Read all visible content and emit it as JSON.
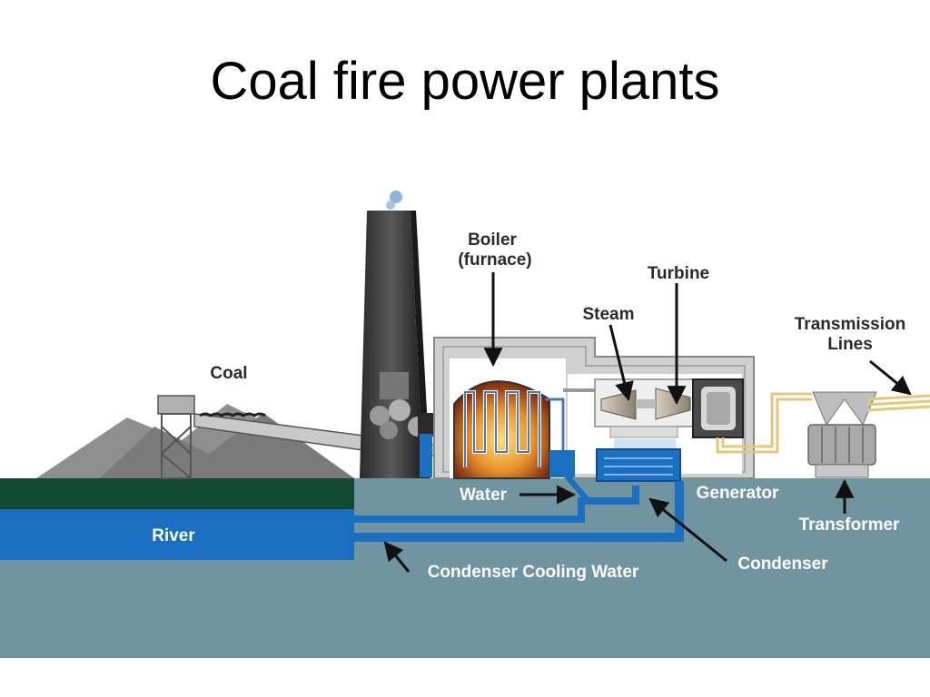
{
  "title": "Coal fire power plants",
  "labels": {
    "boiler_line1": "Boiler",
    "boiler_line2": "(furnace)",
    "turbine": "Turbine",
    "steam": "Steam",
    "transmission_line1": "Transmission",
    "transmission_line2": "Lines",
    "coal": "Coal",
    "water": "Water",
    "generator": "Generator",
    "transformer": "Transformer",
    "river": "River",
    "condenser_cooling_water": "Condenser Cooling Water",
    "condenser": "Condenser"
  },
  "colors": {
    "ground": "#7094a0",
    "river": "#1a6fc0",
    "grass": "#124a34",
    "coal_pile": "#8a8a8a",
    "building": "#c8c8c8",
    "stack": "#3a3a3a",
    "fire": "#e8a030",
    "pipe": "#1a6fc0",
    "power_line": "#e6c77a"
  }
}
